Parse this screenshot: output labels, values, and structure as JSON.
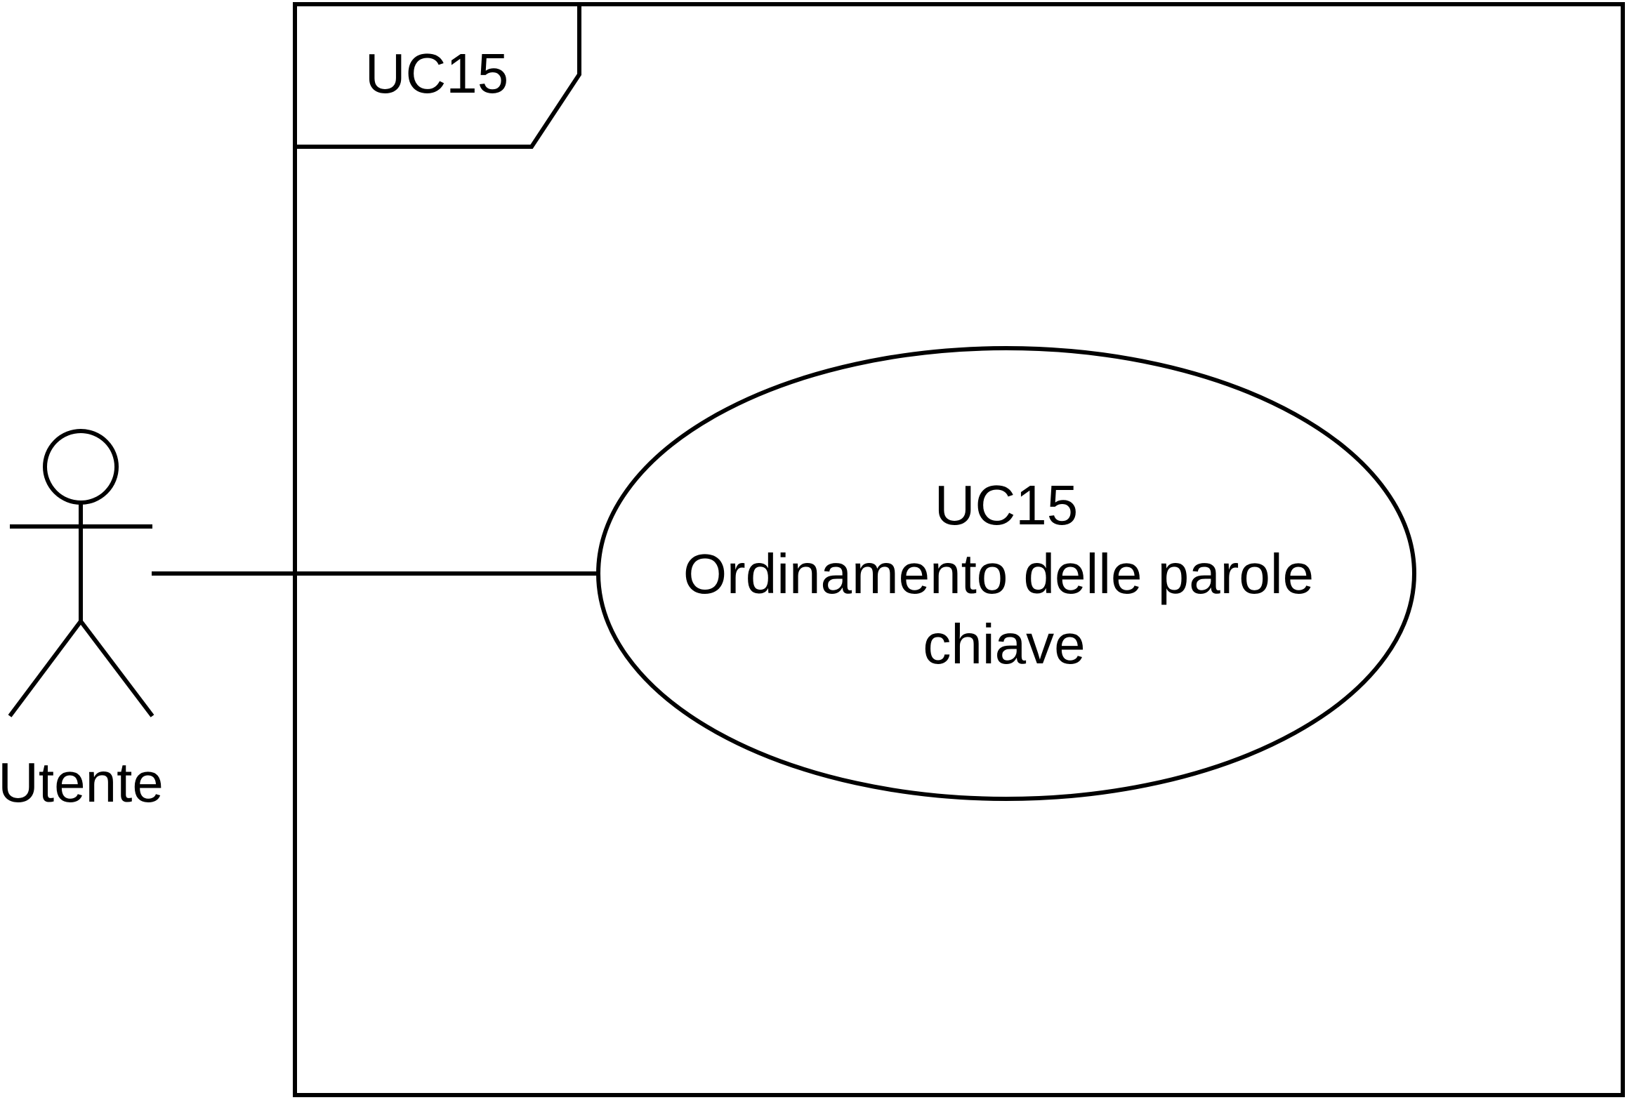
{
  "diagram": {
    "frame": {
      "title": "UC15"
    },
    "actor": {
      "name": "Utente"
    },
    "use_case": {
      "id": "UC15",
      "name_line_1": "Ordinamento delle parole",
      "name_line_2": "chiave"
    }
  }
}
